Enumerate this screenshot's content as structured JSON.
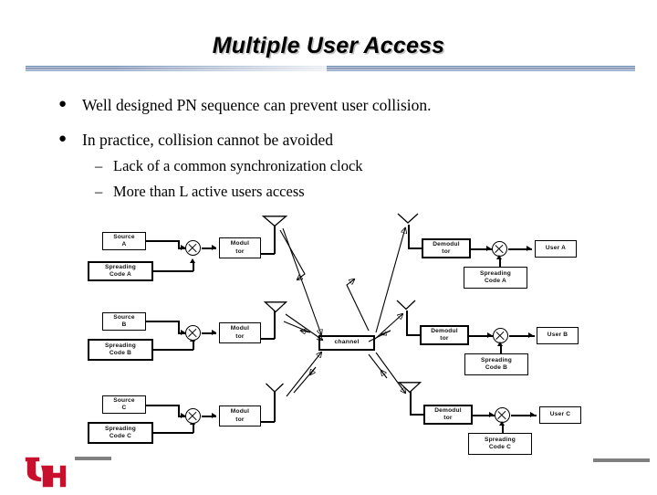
{
  "slide": {
    "title": "Multiple User Access",
    "bullets": [
      {
        "marker": "●",
        "text": "Well designed PN sequence can prevent user collision."
      },
      {
        "marker": "●",
        "text": "In practice, collision cannot be avoided"
      }
    ],
    "sub_bullets": [
      {
        "marker": "–",
        "text": "Lack of a common synchronization clock"
      },
      {
        "marker": "–",
        "text": "More than L active users access"
      }
    ]
  },
  "diagram": {
    "channel_label": "channel",
    "transmitters": [
      {
        "source": "Source\nA",
        "code": "Spreading\nCode A",
        "modulator": "Modul\ntor"
      },
      {
        "source": "Source\nB",
        "code": "Spreading\nCode B",
        "modulator": "Modul\ntor"
      },
      {
        "source": "Source\nC",
        "code": "Spreading\nCode C",
        "modulator": "Modul\ntor"
      }
    ],
    "receivers": [
      {
        "demodulator": "Demodul\ntor",
        "code": "Spreading\nCode A",
        "user": "User A"
      },
      {
        "demodulator": "Demodul\ntor",
        "code": "Spreading\nCode B",
        "user": "User B"
      },
      {
        "demodulator": "Demodul\ntor",
        "code": "Spreading\nCode C",
        "user": "User C"
      }
    ],
    "tx_sources": [
      "Source\nA",
      "Source\nB",
      "Source\nC"
    ],
    "tx_codes": [
      "Spreading\nCode A",
      "Spreading\nCode B",
      "Spreading\nCode C"
    ],
    "tx_mods": [
      "Modul\ntor",
      "Modul\ntor",
      "Modul\ntor"
    ],
    "rx_demods": [
      "Demodul\ntor",
      "Demodul\ntor",
      "Demodul\ntor"
    ],
    "rx_codes": [
      "Spreading\nCode A",
      "Spreading\nCode B",
      "Spreading\nCode C"
    ],
    "rx_users": [
      "User A",
      "User B",
      "User C"
    ]
  },
  "footer": {
    "logo_text": "UH"
  },
  "colors": {
    "title_text": "#000000",
    "title_shadow": "#bfbfbf",
    "rule_blue_dark": "#2a3c7a",
    "rule_blue_light": "#6e8fb4",
    "footer_gray": "#808080",
    "logo_red": "#c8102e",
    "background": "#ffffff"
  }
}
